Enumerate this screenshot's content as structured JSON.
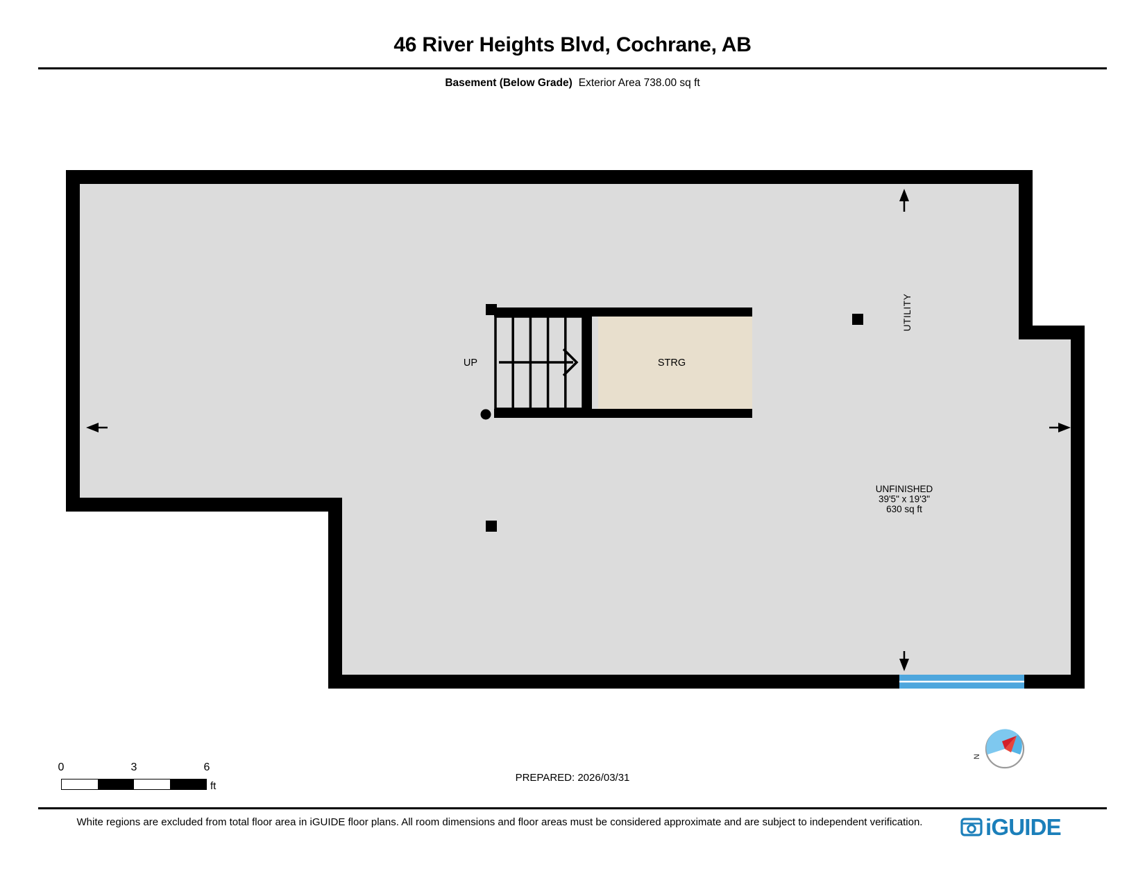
{
  "header": {
    "title": "46 River Heights Blvd, Cochrane, AB",
    "floor_name": "Basement (Below Grade)",
    "area_text": "Exterior Area 738.00 sq ft"
  },
  "plan": {
    "rooms": [
      {
        "id": "unfinished",
        "name": "UNFINISHED",
        "dimensions": "39'5\" x 19'3\"",
        "area": "630 sq ft",
        "fill": "#dcdcdc"
      },
      {
        "id": "storage",
        "name": "STRG",
        "fill": "#e8dfcd"
      },
      {
        "id": "utility",
        "name": "UTILITY",
        "orientation": "vertical"
      }
    ],
    "stairs": {
      "label": "UP",
      "direction": "right",
      "tread_count": 5
    },
    "colors": {
      "wall": "#000000",
      "floor": "#dcdcdc",
      "storage_floor": "#e8dfcd",
      "window": "#4da6dd",
      "background": "#ffffff"
    }
  },
  "scale": {
    "ticks": [
      "0",
      "3",
      "6"
    ],
    "unit": "ft",
    "segments": [
      "light",
      "dark",
      "light",
      "dark"
    ]
  },
  "footer": {
    "prepared": "PREPARED: 2026/03/31",
    "disclaimer": "White regions are excluded from total floor area in iGUIDE floor plans. All room dimensions and floor areas must be considered approximate and are subject to independent verification.",
    "logo_text": "iGUIDE",
    "compass_label": "N"
  }
}
